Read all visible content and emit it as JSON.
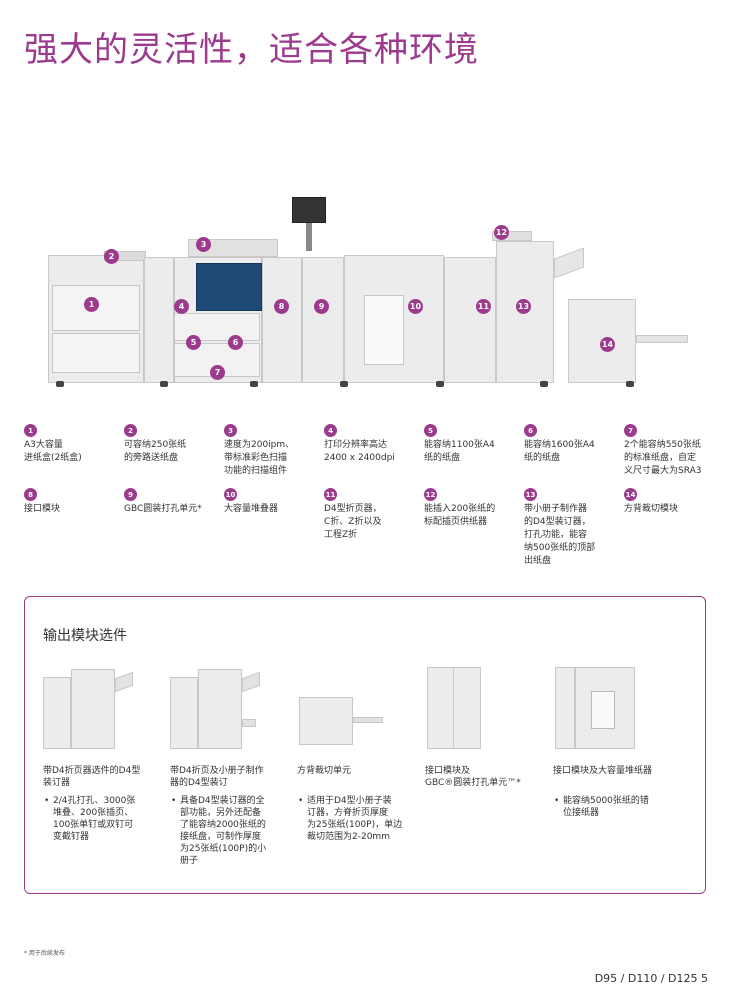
{
  "page": {
    "title": "强大的灵活性，适合各种环境",
    "footnote": "* 用于后续发布",
    "footer": "D95 / D110 / D125   5"
  },
  "colors": {
    "accent": "#9c3a8e",
    "machine_blue": "#1f4a78"
  },
  "markers": [
    "1",
    "2",
    "3",
    "4",
    "5",
    "6",
    "7",
    "8",
    "9",
    "10",
    "11",
    "12",
    "13",
    "14"
  ],
  "legend": [
    {
      "num": "1",
      "text": "A3大容量\n进纸盒(2纸盒)"
    },
    {
      "num": "2",
      "text": "可容纳250张纸\n的旁路送纸盘"
    },
    {
      "num": "3",
      "text": "速度为200ipm、\n带标准彩色扫描\n功能的扫描组件"
    },
    {
      "num": "4",
      "text": "打印分辨率高达\n2400 x 2400dpi"
    },
    {
      "num": "5",
      "text": "能容纳1100张A4\n纸的纸盘"
    },
    {
      "num": "6",
      "text": "能容纳1600张A4\n纸的纸盘"
    },
    {
      "num": "7",
      "text": "2个能容纳550张纸\n的标准纸盘，自定\n义尺寸最大为SRA3"
    },
    {
      "num": "8",
      "text": "接口模块"
    },
    {
      "num": "9",
      "text": "GBC圆装打孔单元*"
    },
    {
      "num": "10",
      "text": "大容量堆叠器"
    },
    {
      "num": "11",
      "text": "D4型折页器，\nC折、Z折以及\n工程Z折"
    },
    {
      "num": "12",
      "text": "能插入200张纸的\n标配插页供纸器"
    },
    {
      "num": "13",
      "text": "带小册子制作器\n的D4型装订器，\n打孔功能，能容\n纳500张纸的顶部\n出纸盘"
    },
    {
      "num": "14",
      "text": "方背裁切模块"
    }
  ],
  "options": {
    "title": "输出模块选件",
    "items": [
      {
        "name": "带D4折页器选件的D4型\n装订器",
        "bullet": "2/4孔打孔、3000张\n堆叠、200张插页、\n100张单钉或双钉可\n变截钉器"
      },
      {
        "name": "带D4折页及小册子制作\n器的D4型装订",
        "bullet": "具备D4型装订器的全\n部功能，另外还配备\n了能容纳2000张纸的\n接纸盘，可制作厚度\n为25张纸(100P)的小\n册子"
      },
      {
        "name": "方背裁切单元",
        "bullet": "适用于D4型小册子装\n订器，方脊折页厚度\n为25张纸(100P)，单边\n裁切范围为2-20mm"
      },
      {
        "name": "接口模块及\nGBC®圆装打孔单元™*",
        "bullet": ""
      },
      {
        "name": "接口模块及大容量堆纸器",
        "bullet": "能容纳5000张纸的错\n位接纸器"
      }
    ]
  }
}
